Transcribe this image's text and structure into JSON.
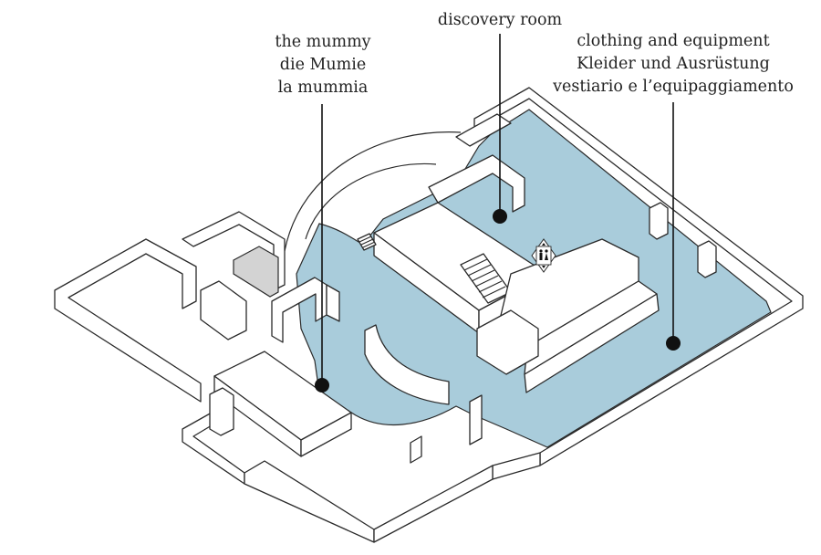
{
  "labels": {
    "mummy": {
      "en": "the mummy",
      "de": "die Mumie",
      "it": "la mummia"
    },
    "discovery": {
      "en": "discovery room"
    },
    "clothing": {
      "en": "clothing and equipment",
      "de": "Kleider und Ausrüstung",
      "it": "vestiario e l’equipaggiamento"
    }
  },
  "colors": {
    "exhibit_floor": "#a9ccdb",
    "wall_fill": "#ffffff",
    "stroke": "#2a2a2a",
    "staircase_gray": "#d3d3d3"
  },
  "icons": {
    "elevator_restroom": "restroom-elevator-icon"
  }
}
